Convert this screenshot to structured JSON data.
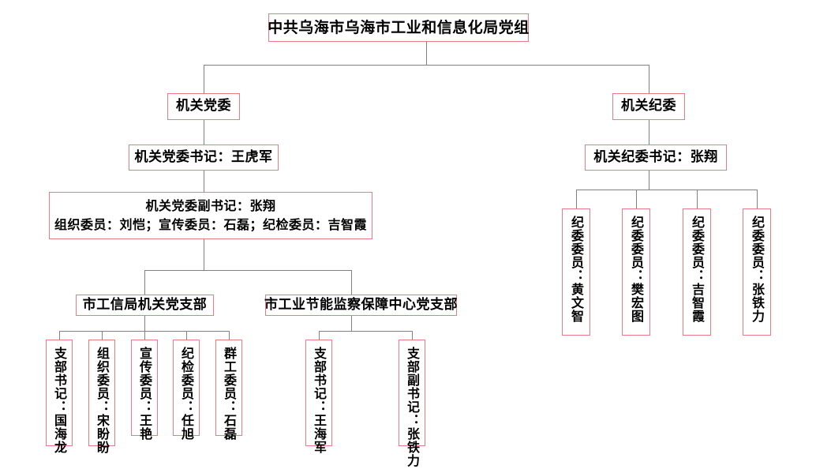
{
  "chart_data": {
    "type": "diagram",
    "title": "中共乌海市乌海市工业和信息化局党组",
    "orientation": "top-down organizational tree",
    "box_border_color": "#ec7a84",
    "connector_color": "#808080",
    "background": "#ffffff"
  },
  "nodes": {
    "root": {
      "label": "中共乌海市乌海市工业和信息化局党组"
    },
    "party_committee": {
      "label": "机关党委"
    },
    "discipline_committee": {
      "label": "机关纪委"
    },
    "party_secretary": {
      "label": "机关党委书记：王虎军"
    },
    "discipline_secretary": {
      "label": "机关纪委书记：张翔"
    },
    "deputy_block": {
      "line1": "机关党委副书记：张翔",
      "line2": "组织委员：刘恺；宣传委员：石磊；纪检委员：吉智霞"
    },
    "branch_gongxin": {
      "label": "市工信局机关党支部"
    },
    "branch_jieneng": {
      "label": "市工业节能监察保障中心党支部"
    }
  },
  "gongxin_members": [
    {
      "label": "支部书记：国海龙"
    },
    {
      "label": "组织委员：宋盼盼"
    },
    {
      "label": "宣传委员：王艳"
    },
    {
      "label": "纪检委员：任旭"
    },
    {
      "label": "群工委员：石磊"
    }
  ],
  "jieneng_members": [
    {
      "label": "支部书记：王海军"
    },
    {
      "label": "支部副书记：张铁力"
    }
  ],
  "discipline_members": [
    {
      "label": "纪委委员：黄文智"
    },
    {
      "label": "纪委委员：樊宏图"
    },
    {
      "label": "纪委委员：吉智霞"
    },
    {
      "label": "纪委委员：张铁力"
    }
  ]
}
